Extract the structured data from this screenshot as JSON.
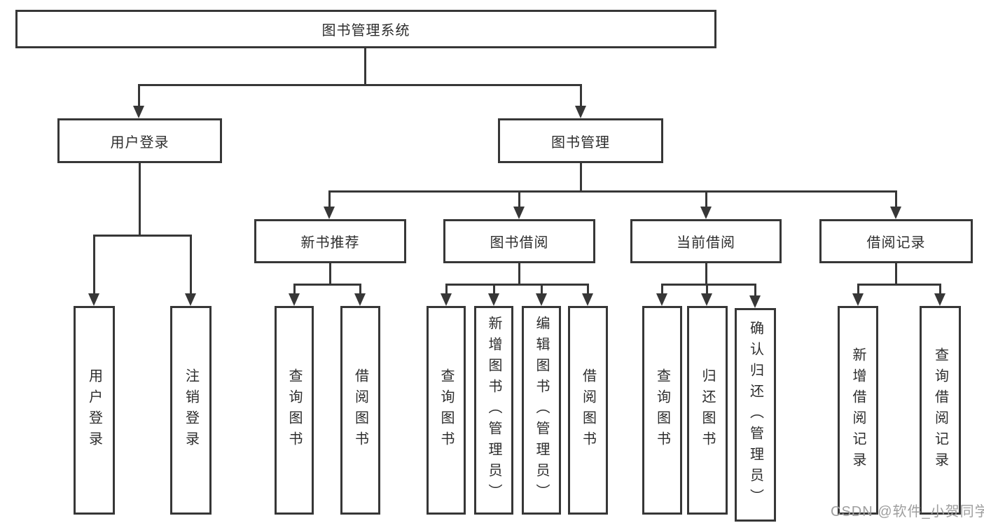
{
  "diagram_title": "图书管理系统",
  "tree": {
    "label": "图书管理系统",
    "children": [
      {
        "label": "用户登录",
        "children": [
          {
            "label": "用户登录"
          },
          {
            "label": "注销登录"
          }
        ]
      },
      {
        "label": "图书管理",
        "children": [
          {
            "label": "新书推荐",
            "children": [
              {
                "label": "查询图书"
              },
              {
                "label": "借阅图书"
              }
            ]
          },
          {
            "label": "图书借阅",
            "children": [
              {
                "label": "查询图书"
              },
              {
                "label": "新增图书（管理员）"
              },
              {
                "label": "编辑图书（管理员）"
              },
              {
                "label": "借阅图书"
              }
            ]
          },
          {
            "label": "当前借阅",
            "children": [
              {
                "label": "查询图书"
              },
              {
                "label": "归还图书"
              },
              {
                "label": "确认归还（管理员）"
              }
            ]
          },
          {
            "label": "借阅记录",
            "children": [
              {
                "label": "新增借阅记录"
              },
              {
                "label": "查询借阅记录"
              }
            ]
          }
        ]
      }
    ]
  },
  "watermark": "CSDN @软件_小贺同学",
  "colors": {
    "line": "#373737",
    "text": "#2d2d2d",
    "watermark": "#9e9e9e",
    "background": "#ffffff"
  }
}
